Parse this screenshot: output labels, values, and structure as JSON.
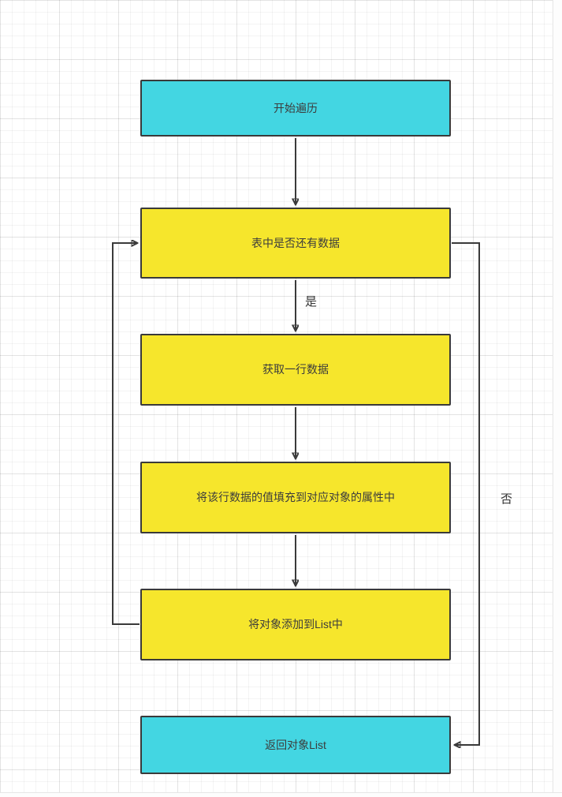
{
  "diagram": {
    "title": "",
    "nodes": [
      {
        "id": "start",
        "label": "开始遍历",
        "type": "terminator",
        "color": "#43d6e2"
      },
      {
        "id": "check",
        "label": "表中是否还有数据",
        "type": "process",
        "color": "#f6e62c"
      },
      {
        "id": "fetch",
        "label": "获取一行数据",
        "type": "process",
        "color": "#f6e62c"
      },
      {
        "id": "fill",
        "label": "将该行数据的值填充到对应对象的属性中",
        "type": "process",
        "color": "#f6e62c"
      },
      {
        "id": "add",
        "label": "将对象添加到List中",
        "type": "process",
        "color": "#f6e62c"
      },
      {
        "id": "return",
        "label": "返回对象List",
        "type": "terminator",
        "color": "#43d6e2"
      }
    ],
    "edges": [
      {
        "from": "start",
        "to": "check",
        "label": ""
      },
      {
        "from": "check",
        "to": "fetch",
        "label": "是"
      },
      {
        "from": "fetch",
        "to": "fill",
        "label": ""
      },
      {
        "from": "fill",
        "to": "add",
        "label": ""
      },
      {
        "from": "add",
        "to": "check",
        "label": ""
      },
      {
        "from": "check",
        "to": "return",
        "label": "否"
      }
    ],
    "colors": {
      "terminator_fill": "#43d6e2",
      "process_fill": "#f6e62c",
      "border": "#3a3a3a",
      "line": "#3a3a3a",
      "text": "#3c3c3c",
      "grid": "#ebebeb"
    }
  }
}
